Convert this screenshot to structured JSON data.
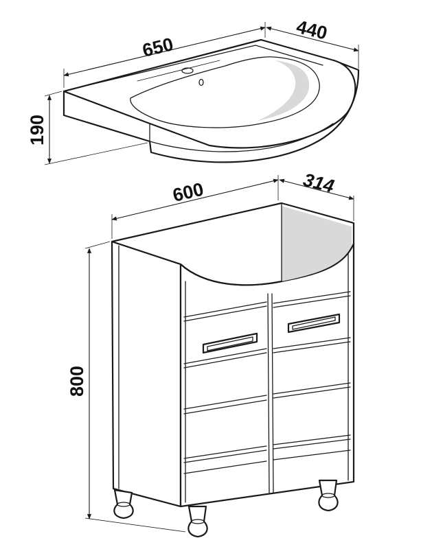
{
  "dimensions": {
    "basin_width": "650",
    "basin_depth": "440",
    "basin_height": "190",
    "cabinet_width": "600",
    "cabinet_depth": "314",
    "cabinet_height": "800"
  },
  "colors": {
    "line": "#1a1a1a",
    "background": "#ffffff"
  }
}
